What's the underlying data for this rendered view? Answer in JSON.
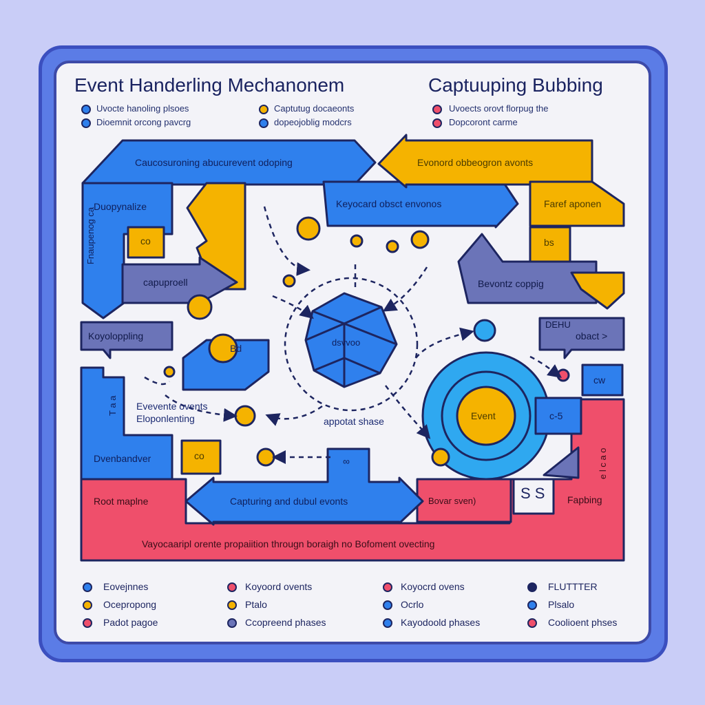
{
  "header": {
    "title_left": "Event  Handerling Mechanonem",
    "title_right": "Captuuping Bubbing"
  },
  "key_top": [
    {
      "text": "Uvocte hanoling plsoes",
      "color": "#2f80ed"
    },
    {
      "text": "Dioemnit orcong pavcrg",
      "color": "#2f80ed"
    },
    {
      "text": "Captutug docaeonts",
      "color": "#f5b300"
    },
    {
      "text": "dopeojoblig modcrs",
      "color": "#2f80ed"
    },
    {
      "text": "Uvoects orovt florpug the",
      "color": "#ef4f6b"
    },
    {
      "text": "Dopcoront carme",
      "color": "#ef4f6b"
    }
  ],
  "arrows": {
    "top_blue": "Caucosuroning abucurevent odoping",
    "top_orange": "Evonord obbeogron avonts",
    "mid_blue": "Keyocard obsct envonos",
    "left_blue": "Duopynalize",
    "left_vertical": "Fnaupenog ca",
    "right_orange": "Faref aponen",
    "capture_box": "capuproell",
    "events_box": "Bevontz coppig",
    "keyboard_tag": "Koyoloppling",
    "object_tag": "obact >",
    "object_tag_small": "DEHU",
    "bottom_blue": "Capturing and dubul evonts",
    "bottom_pink": "Bovar sven)",
    "left_lower": "Dvenbandver",
    "left_lower_vertical": "T a a",
    "root_label": "Root maplne",
    "bubbling_label": "Fapbing",
    "right_vertical": "e l c a o",
    "bottom_banner": "Vayocaaripl  orente propaiition througn boraigh no Bofoment ovecting",
    "box_bd": "Bd",
    "box_co1": "co",
    "box_co2": "co",
    "box_bs": "bs",
    "box_ss": "S S",
    "box_c5": "c-5",
    "box_cw": "cw",
    "box_inf": "∞"
  },
  "center": {
    "gem_label": "dsvvoo",
    "target_label": "Event",
    "phase_label": "appotat shase",
    "events_caption_1": "Evevente ovents",
    "events_caption_2": "Eloponlenting"
  },
  "legend": [
    {
      "text": "Eovejnnes",
      "color": "#2f80ed"
    },
    {
      "text": "Ocepropong",
      "color": "#f5b300"
    },
    {
      "text": "Padot pagoe",
      "color": "#ef4f6b"
    },
    {
      "text": "Koyoord ovents",
      "color": "#ef4f6b"
    },
    {
      "text": "Ptalo",
      "color": "#f5b300"
    },
    {
      "text": "Ccopreend phases",
      "color": "#6b74b8"
    },
    {
      "text": "Koyocrd ovens",
      "color": "#ef4f6b"
    },
    {
      "text": "Ocrlo",
      "color": "#2f80ed"
    },
    {
      "text": "Kayodoold phases",
      "color": "#2f80ed"
    },
    {
      "text": "FLUTTTER",
      "color": "#1d2560"
    },
    {
      "text": "Plsalo",
      "color": "#2f80ed"
    },
    {
      "text": "Coolioent phses",
      "color": "#ef4f6b"
    }
  ],
  "colors": {
    "blue": "#2f80ed",
    "orange": "#f5b300",
    "pink": "#ef4f6b",
    "slate": "#6b74b8",
    "outline": "#1d2560"
  }
}
